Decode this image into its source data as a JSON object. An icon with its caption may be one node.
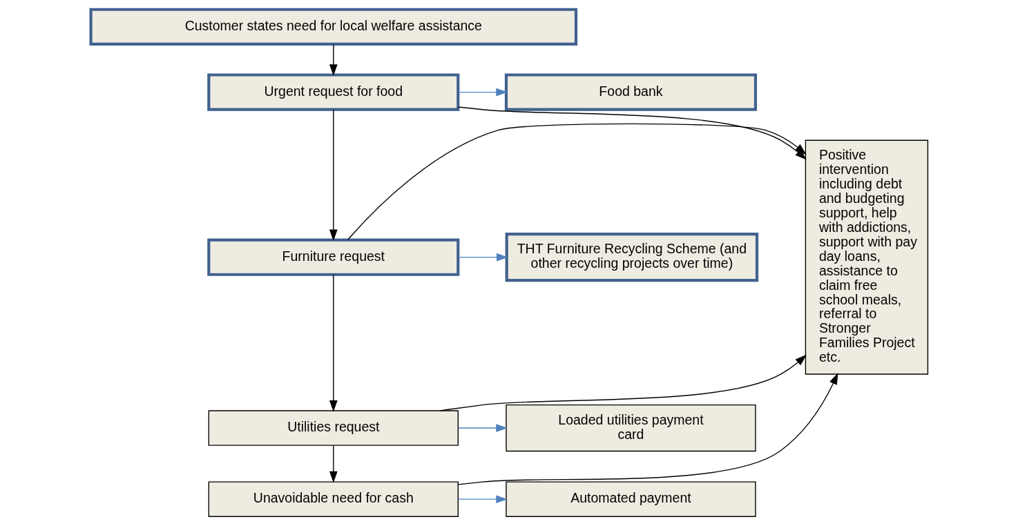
{
  "diagram": {
    "nodes": [
      {
        "text": [
          "Customer states need for local welfare assistance"
        ]
      },
      {
        "text": [
          "Urgent request for food"
        ]
      },
      {
        "text": [
          "Food bank"
        ]
      },
      {
        "text": [
          "Furniture request"
        ]
      },
      {
        "text": [
          "THT Furniture Recycling Scheme (and other recycling projects over time)"
        ]
      },
      {
        "text": [
          "Utilities request"
        ]
      },
      {
        "text": [
          "Loaded utilities payment card"
        ]
      },
      {
        "text": [
          "Unavoidable need for cash"
        ]
      },
      {
        "text": [
          "Automated payment"
        ]
      },
      {
        "text": [
          "Positive intervention including debt and budgeting support, help with addictions, support with pay day loans, assistance to claim free school meals, referral to Stronger Families Project etc."
        ]
      }
    ],
    "edges": [
      {
        "from": 0,
        "to": 1,
        "arrow": "to"
      },
      {
        "from": 1,
        "to": 2,
        "arrow": "to",
        "color": "#4f81bd"
      },
      {
        "from": 1,
        "to": 3,
        "arrow": "to"
      },
      {
        "from": 3,
        "to": 4,
        "arrow": "to",
        "color": "#4f81bd"
      },
      {
        "from": 3,
        "to": 5,
        "arrow": "to"
      },
      {
        "from": 5,
        "to": 6,
        "arrow": "to",
        "color": "#4f81bd"
      },
      {
        "from": 5,
        "to": 7,
        "arrow": "to"
      },
      {
        "from": 7,
        "to": 8,
        "arrow": "to",
        "color": "#4f81bd"
      },
      {
        "from": 1,
        "to": 9,
        "arrow": "to"
      },
      {
        "from": 3,
        "to": 9,
        "arrow": "to"
      },
      {
        "from": 5,
        "to": 9,
        "arrow": "to"
      },
      {
        "from": 7,
        "to": 9,
        "arrow": "to"
      }
    ]
  }
}
